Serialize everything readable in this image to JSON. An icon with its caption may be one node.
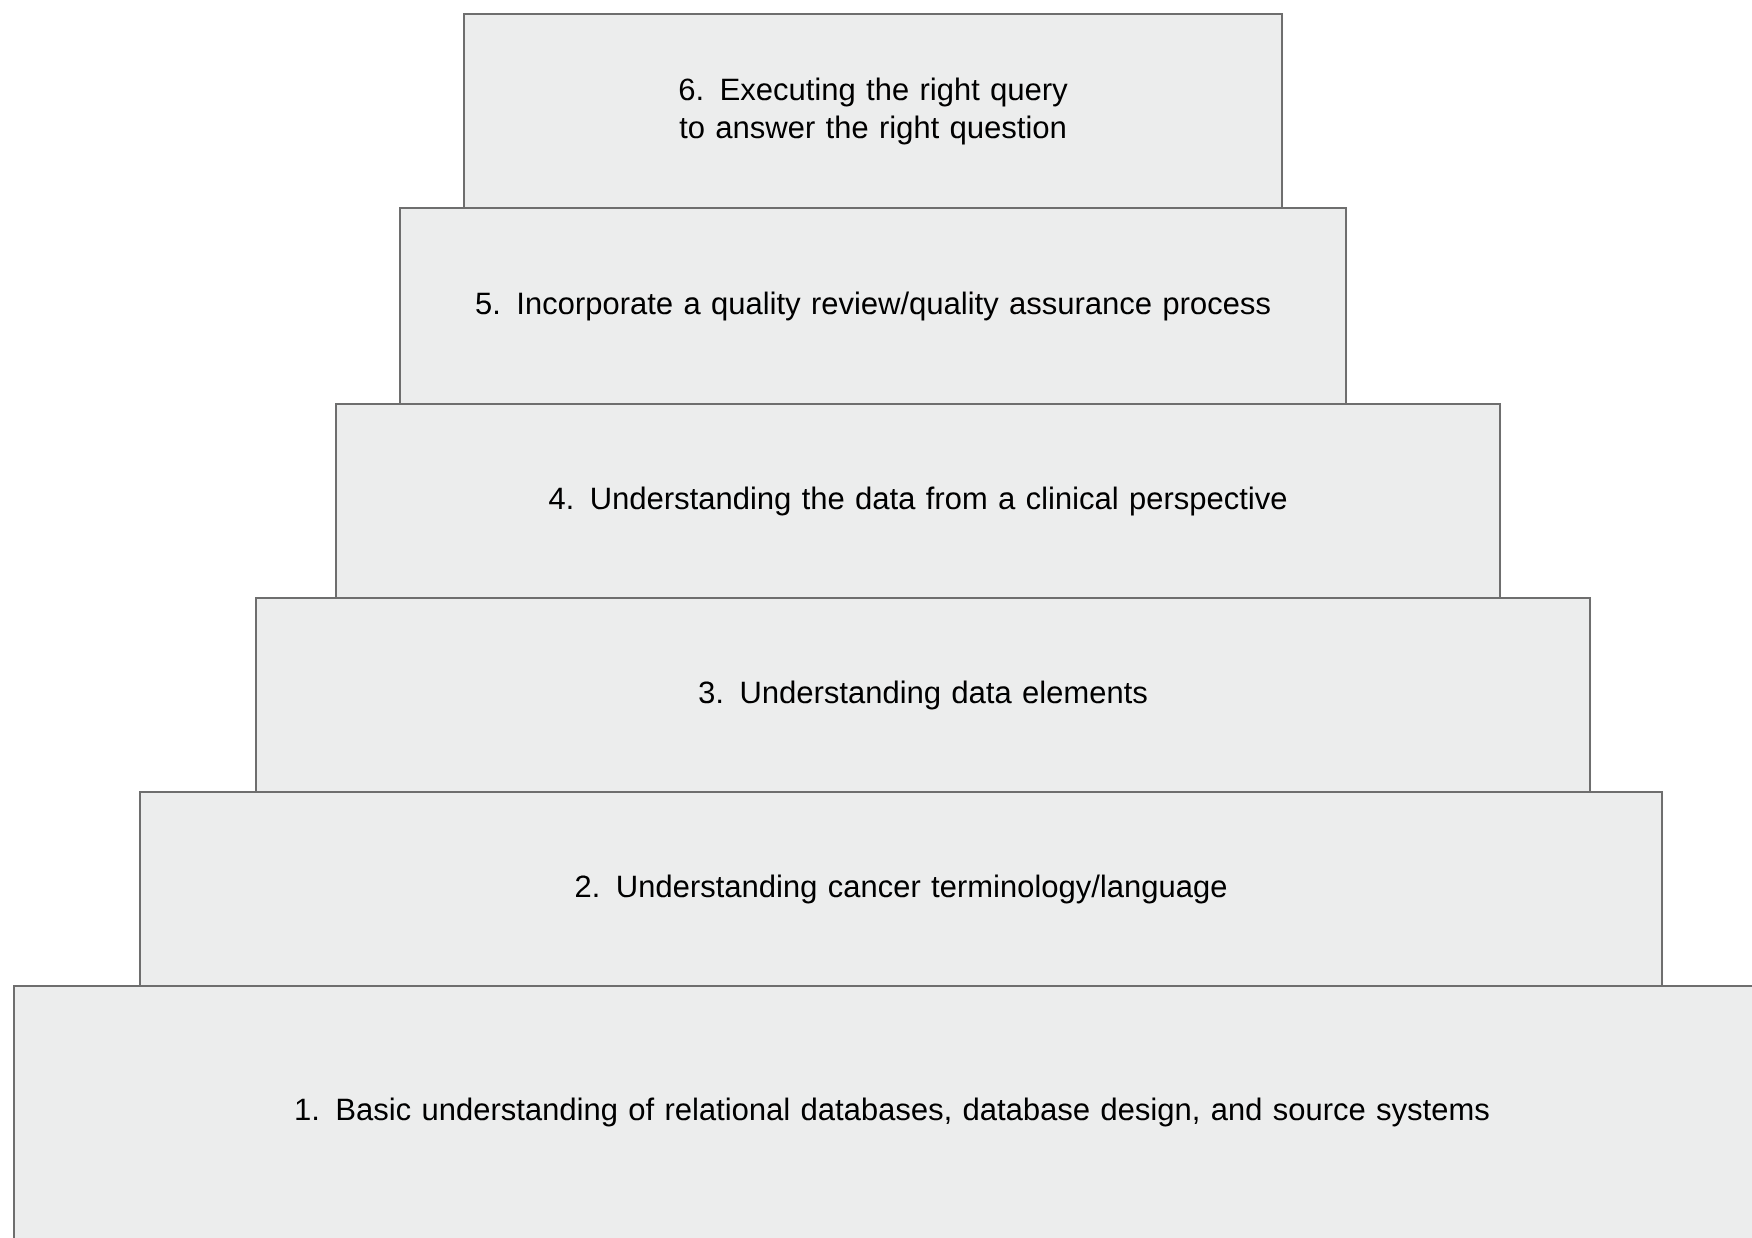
{
  "diagram": {
    "nodes": [
      {
        "text": [
          "6. Executing the right query to answer the right question"
        ]
      },
      {
        "text": [
          "5. Incorporate a quality review/quality assurance process"
        ]
      },
      {
        "text": [
          "4. Understanding the data from a clinical perspective"
        ]
      },
      {
        "text": [
          "3. Understanding data elements"
        ]
      },
      {
        "text": [
          "2. Understanding cancer terminology/language"
        ]
      },
      {
        "text": [
          "1. Basic understanding of relational databases, database design, and source systems"
        ]
      }
    ]
  }
}
